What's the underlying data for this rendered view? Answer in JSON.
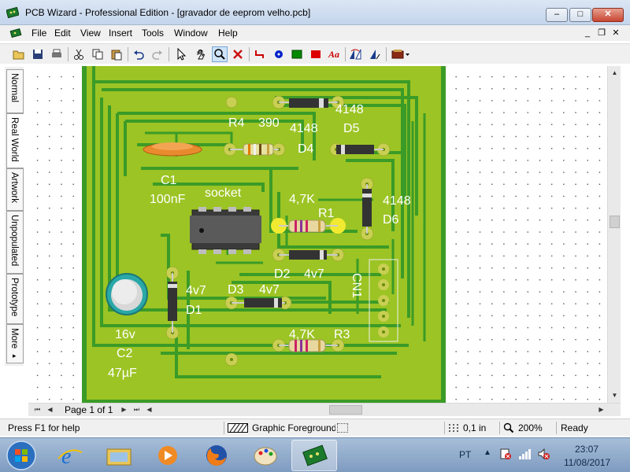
{
  "window": {
    "title": "PCB Wizard - Professional Edition - [gravador de eeprom velho.pcb]",
    "min_label": "–",
    "max_label": "□",
    "close_label": "✕"
  },
  "menu": {
    "items": [
      "File",
      "Edit",
      "View",
      "Insert",
      "Tools",
      "Window",
      "Help"
    ],
    "mdi_buttons": [
      "_",
      "❐",
      "✕"
    ]
  },
  "toolbar": {
    "buttons": [
      "open-icon",
      "save-icon",
      "print-icon",
      "cut-icon",
      "copy-icon",
      "paste-icon",
      "undo-icon",
      "redo-icon",
      "select-arrow-icon",
      "hand-pan-icon",
      "zoom-icon",
      "delete-icon",
      "track-icon",
      "pad-icon",
      "rectangle-icon",
      "filled-rectangle-icon",
      "text-icon",
      "flip-icon",
      "rotate-icon",
      "component-gallery-icon"
    ],
    "text_tool_label": "Aa",
    "colors": {
      "red": "#cc0000",
      "blue": "#0022cc",
      "green": "#008800"
    }
  },
  "view_tabs": [
    "Normal",
    "Real World",
    "Artwork",
    "Unpopulated",
    "Prototype",
    "More"
  ],
  "more_arrow": "▸",
  "board": {
    "colors": {
      "copper": "#9cc424",
      "substrate": "#3b9b27",
      "pad": "#c8cf52"
    },
    "labels": {
      "r4": "R4",
      "r4_val": "390",
      "d4_val": "4148",
      "d4": "D4",
      "d5_val": "4148",
      "d5": "D5",
      "c1": "C1",
      "c1_val": "100nF",
      "socket": "socket",
      "r1_val": "4,7K",
      "r1": "R1",
      "d6_val": "4148",
      "d6": "D6",
      "d2": "D2",
      "d2_val": "4v7",
      "cn1": "CN1",
      "d1_val": "4v7",
      "d1": "D1",
      "d3": "D3",
      "d3_val": "4v7",
      "c2_volt": "16v",
      "c2": "C2",
      "c2_val": "47µF",
      "r3_val": "4,7K",
      "r3": "R3"
    }
  },
  "hscroll": {
    "page_label": "Page 1 of 1"
  },
  "status": {
    "help": "Press F1 for help",
    "layer": "Graphic Foreground",
    "grid": "0,1 in",
    "zoom": "200%",
    "state": "Ready"
  },
  "taskbar": {
    "language": "PT",
    "time": "23:07",
    "date": "11/08/2017"
  }
}
